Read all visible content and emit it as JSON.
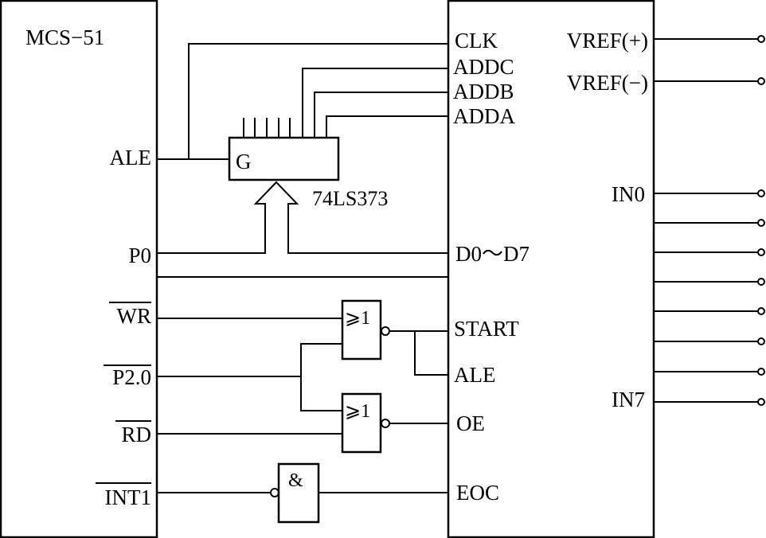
{
  "mcu": {
    "name": "MCS−51",
    "pins": {
      "ale": "ALE",
      "p0": "P0",
      "wr": "WR",
      "p20": "P2.0",
      "rd": "RD",
      "int1": "INT1"
    }
  },
  "latch": {
    "pin_g": "G",
    "name": "74LS373"
  },
  "adc": {
    "left_pins": {
      "clk": "CLK",
      "addc": "ADDC",
      "addb": "ADDB",
      "adda": "ADDA",
      "data": "D0～D7",
      "start": "START",
      "ale": "ALE",
      "oe": "OE",
      "eoc": "EOC"
    },
    "right_pins": {
      "vref_plus": "VREF(+)",
      "vref_minus": "VREF(−)",
      "in0": "IN0",
      "in7": "IN7"
    }
  },
  "gates": {
    "nor1": "⩾1",
    "nor2": "⩾1",
    "and_gate": "&"
  }
}
